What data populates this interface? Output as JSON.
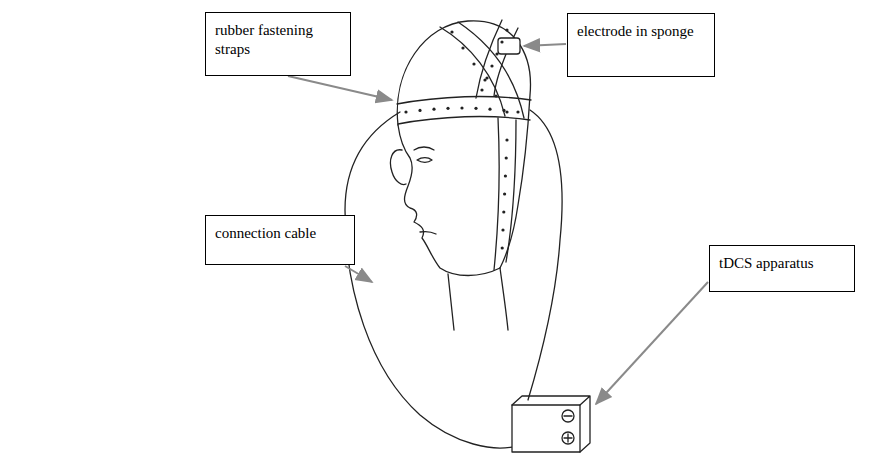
{
  "diagram": {
    "nodes": [
      {
        "text": [
          "rubber fastening straps"
        ]
      },
      {
        "text": [
          "electrode in sponge"
        ]
      },
      {
        "text": [
          "connection cable"
        ]
      },
      {
        "text": [
          "tDCS apparatus"
        ]
      }
    ]
  }
}
